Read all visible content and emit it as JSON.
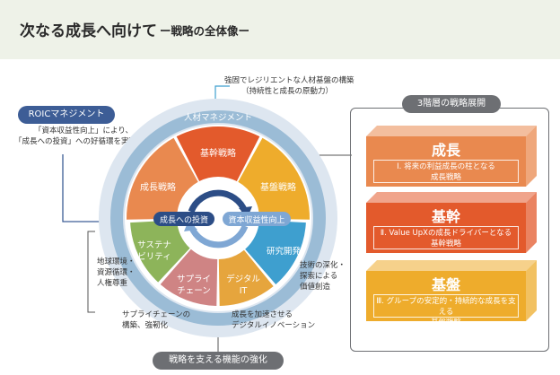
{
  "header": {
    "title": "次なる成長へ向けて",
    "subtitle": "ー戦略の全体像ー"
  },
  "left_top": {
    "pill": "ROICマネジメント",
    "note_line1": "「資本収益性向上」により、",
    "note_line2": "「成長への投資」への好循環を実現"
  },
  "top_note": {
    "line1": "強固でレジリエントな人材基盤の構築",
    "line2": "（持続性と成長の原動力）"
  },
  "wheel": {
    "ring_label": "人材マネジメント",
    "segments": {
      "core": "基幹戦略",
      "growth": "成長戦略",
      "base": "基盤戦略"
    },
    "cycle": {
      "left": "成長への投資",
      "right": "資本収益性向上"
    },
    "functions": {
      "sustainability_line1": "サステナ",
      "sustainability_line2": "ビリティ",
      "supply_line1": "サプライ",
      "supply_line2": "チェーン",
      "digital_line1": "デジタル",
      "digital_line2": "IT",
      "rnd": "研究開発"
    }
  },
  "side_notes": {
    "sustainability": [
      "地球環境・",
      "資源循環・",
      "人権尊重"
    ],
    "supply": [
      "サプライチェーンの",
      "構築、強靭化"
    ],
    "rnd": [
      "技術の深化・",
      "探索による",
      "価値創造"
    ],
    "digital": [
      "成長を加速させる",
      "デジタルイノベーション"
    ]
  },
  "bottom_pill": "戦略を支える機能の強化",
  "right_panel": {
    "pill": "3階層の戦略展開",
    "tiers": [
      {
        "title": "成長",
        "line1": "Ⅰ. 将来の利益成長の柱となる",
        "line2": "成長戦略",
        "color": "#e9894f"
      },
      {
        "title": "基幹",
        "line1": "Ⅱ. Value UpXの成長ドライバーとなる",
        "line2": "基幹戦略",
        "color": "#e35a2c"
      },
      {
        "title": "基盤",
        "line1": "Ⅲ. グループの安定的・持続的な成長を支える",
        "line2": "基盤戦略",
        "color": "#eeac2c"
      }
    ]
  },
  "colors": {
    "outer_ring": "#dde6f0",
    "ring_band": "#9bbcd6",
    "growth": "#e9894f",
    "core": "#e35a2c",
    "base": "#eeac2c",
    "sustainability": "#8db45a",
    "supply": "#cf8484",
    "digital": "#e6a53d",
    "rnd": "#3e9fcf",
    "cycle_dark": "#2c4d86",
    "cycle_light": "#7fa7d4"
  }
}
